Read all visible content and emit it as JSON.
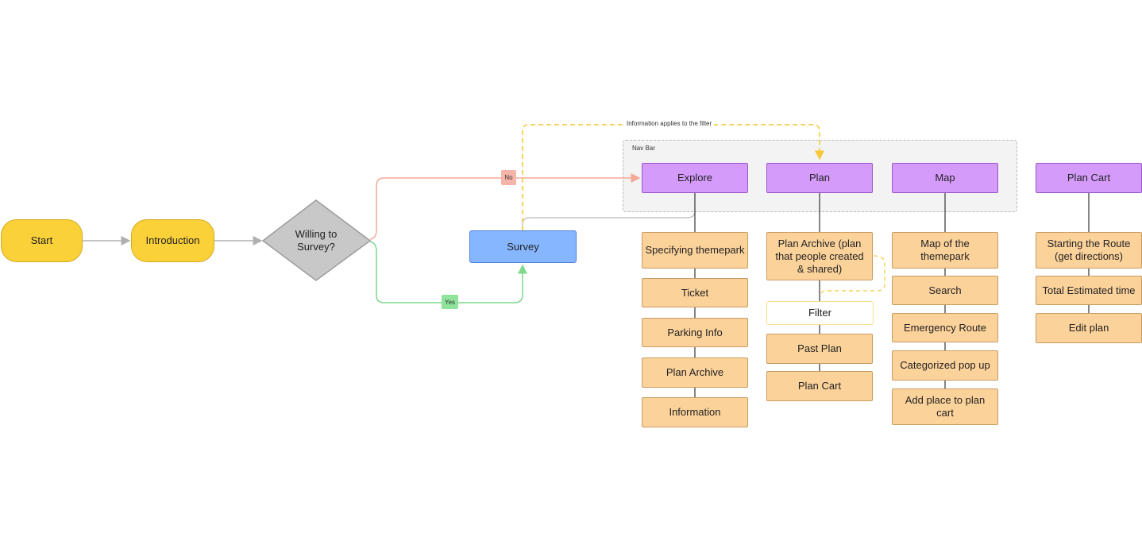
{
  "start": "Start",
  "introduction": "Introduction",
  "decision": "Willing to Survey?",
  "survey": "Survey",
  "edge_no": "No",
  "edge_yes": "Yes",
  "info_note": "Information applies to the filter",
  "navbar_label": "Nav Bar",
  "nav": {
    "explore": "Explore",
    "plan": "Plan",
    "map": "Map",
    "plan_cart": "Plan Cart"
  },
  "explore_items": [
    "Specifying themepark",
    "Ticket",
    "Parking Info",
    "Plan Archive",
    "Information"
  ],
  "plan_items": {
    "archive": "Plan Archive (plan that people created & shared)",
    "filter": "Filter",
    "past_plan": "Past Plan",
    "plan_cart": "Plan Cart"
  },
  "map_items": [
    "Map of the themepark",
    "Search",
    "Emergency Route",
    "Categorized pop up",
    "Add place to plan cart"
  ],
  "plan_cart_items": [
    "Starting the Route (get directions)",
    "Total Estimated time",
    "Edit plan"
  ],
  "colors": {
    "start": "#fbd139",
    "decision": "#c8c8c8",
    "survey": "#86b6ff",
    "nav": "#d59bfb",
    "item": "#fcd29b",
    "no_edge": "#f4a898",
    "yes_edge": "#7fd88b",
    "info_edge": "#f6c835"
  }
}
